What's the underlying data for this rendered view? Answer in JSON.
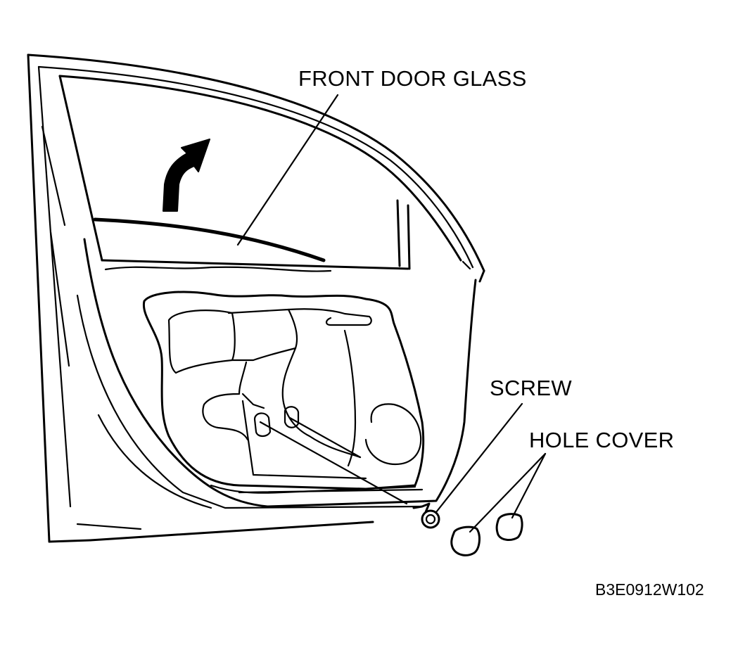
{
  "labels": {
    "front_door_glass": "FRONT DOOR GLASS",
    "screw": "SCREW",
    "hole_cover": "HOLE COVER"
  },
  "figure_code": "B3E0912W102",
  "colors": {
    "ink": "#000000",
    "background": "#ffffff"
  },
  "icons": [
    "up-arrow-icon",
    "screw-icon",
    "hole-cover-icon"
  ]
}
